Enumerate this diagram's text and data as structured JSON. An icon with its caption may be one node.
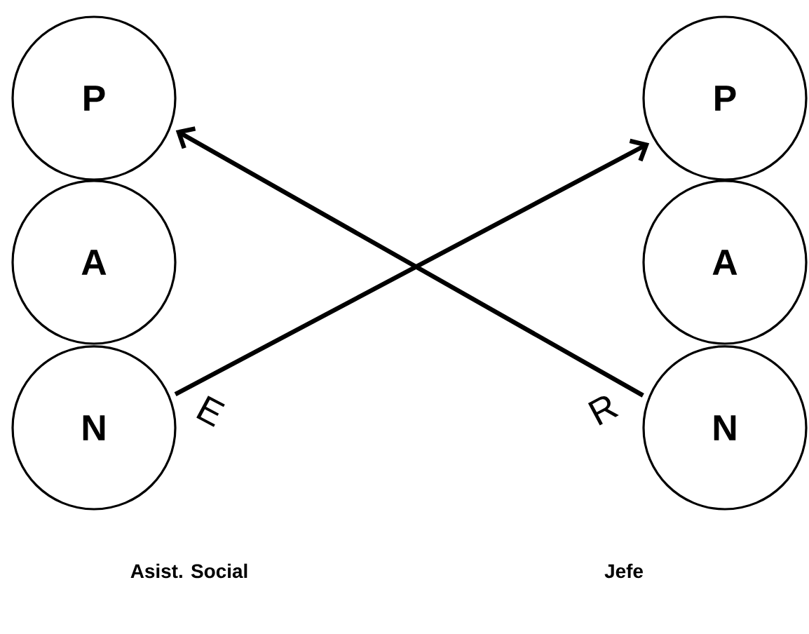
{
  "diagram": {
    "nodes": [
      {
        "text": [
          "P"
        ]
      },
      {
        "text": [
          "A"
        ]
      },
      {
        "text": [
          "N"
        ]
      },
      {
        "text": [
          "P"
        ]
      },
      {
        "text": [
          "A"
        ]
      },
      {
        "text": [
          "N"
        ]
      }
    ],
    "edges": [
      {
        "from": 2,
        "to": 3,
        "arrow": "to",
        "label": "E"
      },
      {
        "from": 5,
        "to": 0,
        "arrow": "to",
        "label": "R"
      }
    ],
    "labels": [
      "Asist. Social",
      "Jefe"
    ]
  }
}
